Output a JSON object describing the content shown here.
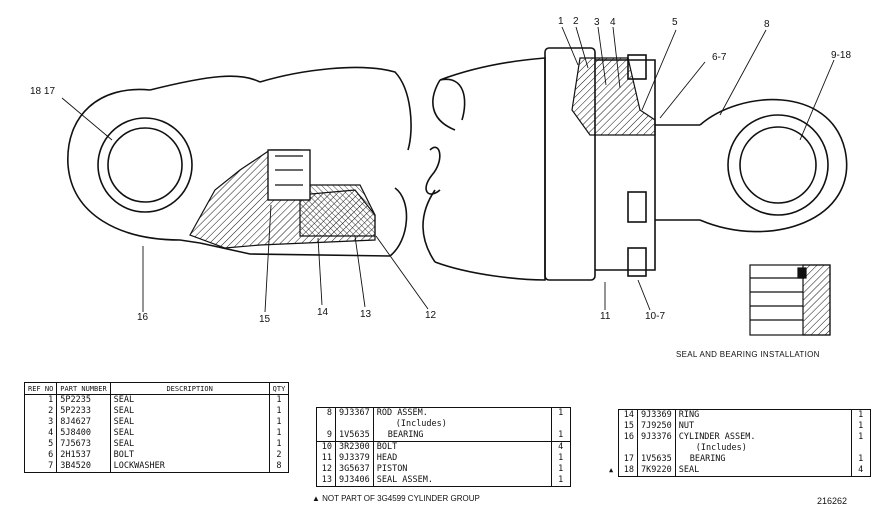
{
  "callouts": {
    "c18_17": "18 17",
    "c16": "16",
    "c15": "15",
    "c14": "14",
    "c13": "13",
    "c12": "12",
    "c1": "1",
    "c2": "2",
    "c3": "3",
    "c4": "4",
    "c5": "5",
    "c6_7": "6-7",
    "c8": "8",
    "c9_18": "9-18",
    "c11": "11",
    "c10_7": "10-7"
  },
  "caption": "SEAL AND BEARING INSTALLATION",
  "table_left": {
    "headers": {
      "ref": "REF NO",
      "part": "PART NUMBER",
      "desc": "DESCRIPTION",
      "qty": "QTY"
    },
    "rows": [
      {
        "ref": "1",
        "part": "5P2235",
        "desc": "SEAL",
        "qty": "1"
      },
      {
        "ref": "2",
        "part": "5P2233",
        "desc": "SEAL",
        "qty": "1"
      },
      {
        "ref": "3",
        "part": "8J4627",
        "desc": "SEAL",
        "qty": "1"
      },
      {
        "ref": "4",
        "part": "5J8400",
        "desc": "SEAL",
        "qty": "1"
      },
      {
        "ref": "5",
        "part": "7J5673",
        "desc": "SEAL",
        "qty": "1"
      },
      {
        "ref": "6",
        "part": "2H1537",
        "desc": "BOLT",
        "qty": "2"
      },
      {
        "ref": "7",
        "part": "3B4520",
        "desc": "LOCKWASHER",
        "qty": "8"
      }
    ]
  },
  "table_mid": {
    "rows": [
      {
        "ref": "8",
        "part": "9J3367",
        "desc": "ROD ASSEM.",
        "qty": "1"
      },
      {
        "ref": "",
        "part": "",
        "desc": "(Includes)",
        "qty": ""
      },
      {
        "ref": "9",
        "part": "1V5635",
        "desc": "BEARING",
        "qty": "1"
      },
      {
        "ref": "10",
        "part": "3R2300",
        "desc": "BOLT",
        "qty": "4"
      },
      {
        "ref": "11",
        "part": "9J3379",
        "desc": "HEAD",
        "qty": "1"
      },
      {
        "ref": "12",
        "part": "3G5637",
        "desc": "PISTON",
        "qty": "1"
      },
      {
        "ref": "13",
        "part": "9J3406",
        "desc": "SEAL ASSEM.",
        "qty": "1"
      }
    ],
    "footnote": "▲ NOT PART OF 3G4599 CYLINDER GROUP"
  },
  "table_right": {
    "rows": [
      {
        "mark": "",
        "ref": "14",
        "part": "9J3369",
        "desc": "RING",
        "qty": "1"
      },
      {
        "mark": "",
        "ref": "15",
        "part": "7J9250",
        "desc": "NUT",
        "qty": "1"
      },
      {
        "mark": "",
        "ref": "16",
        "part": "9J3376",
        "desc": "CYLINDER ASSEM.",
        "qty": "1"
      },
      {
        "mark": "",
        "ref": "",
        "part": "",
        "desc": "(Includes)",
        "qty": ""
      },
      {
        "mark": "",
        "ref": "17",
        "part": "1V5635",
        "desc": "BEARING",
        "qty": "1"
      },
      {
        "mark": "▲",
        "ref": "18",
        "part": "7K9220",
        "desc": "SEAL",
        "qty": "4"
      }
    ]
  },
  "figure_number": "216262"
}
